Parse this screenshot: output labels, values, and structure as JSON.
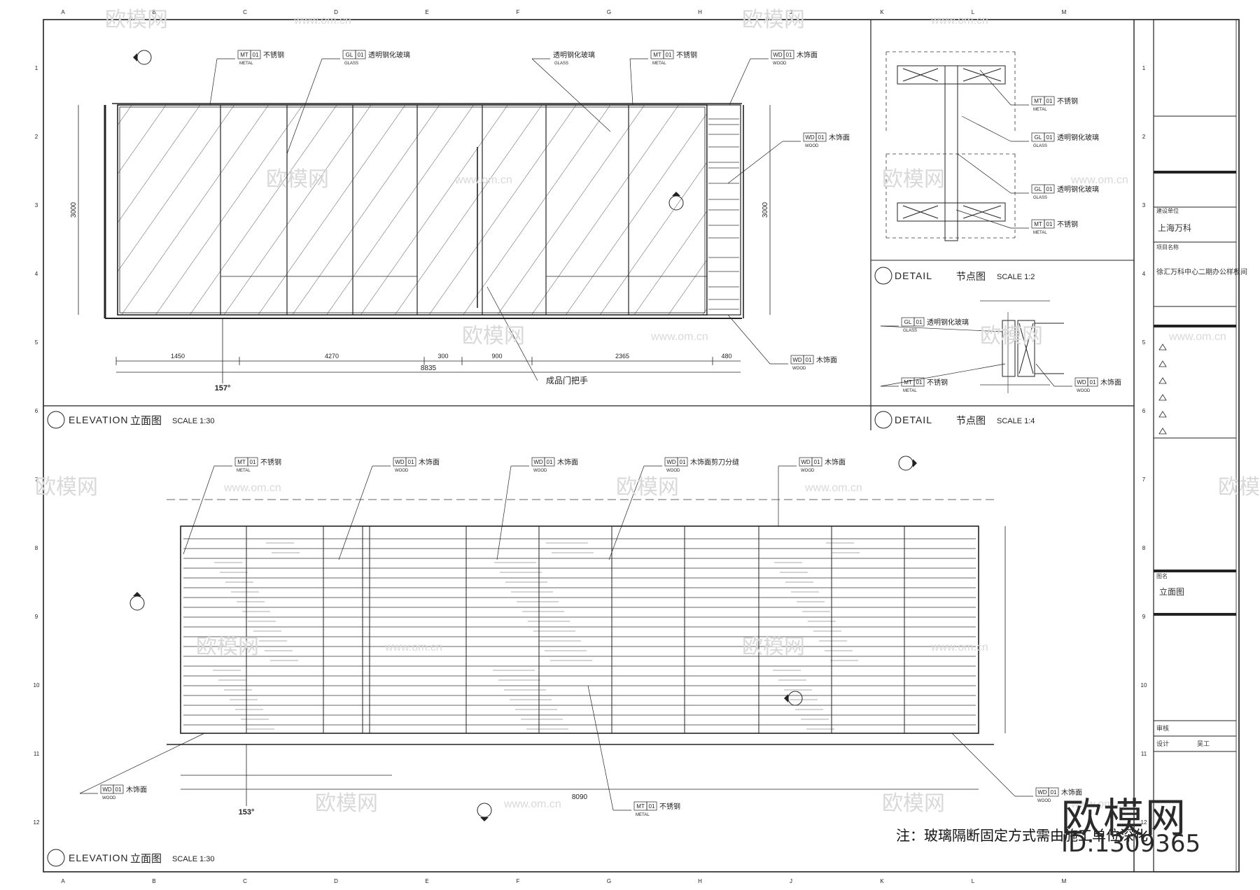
{
  "top_elevation": {
    "callouts": [
      {
        "code": "MT",
        "num": "01",
        "name": "不锈钢",
        "sub": "METAL"
      },
      {
        "code": "GL",
        "num": "01",
        "name": "透明钢化玻璃",
        "sub": "GLASS"
      },
      {
        "code": "",
        "num": "",
        "name": "透明钢化玻璃",
        "sub": "GLASS"
      },
      {
        "code": "MT",
        "num": "01",
        "name": "不锈钢",
        "sub": "METAL"
      },
      {
        "code": "WD",
        "num": "01",
        "name": "木饰面",
        "sub": "WOOD"
      },
      {
        "code": "WD",
        "num": "01",
        "name": "木饰面",
        "sub": "WOOD"
      },
      {
        "code": "WD",
        "num": "01",
        "name": "木饰面",
        "sub": "WOOD"
      }
    ],
    "handle_label": "成品门把手",
    "dims_bottom": [
      "1450",
      "4270",
      "300",
      "900",
      "2365",
      "480"
    ],
    "dim_total": "8835",
    "dim_left": "3000",
    "dim_right": "3000",
    "angle": "157°",
    "title": {
      "en": "ELEVATION",
      "cn": "立面图",
      "scale": "SCALE 1:30"
    }
  },
  "detail1": {
    "callouts": [
      {
        "code": "MT",
        "num": "01",
        "name": "不锈钢",
        "sub": "METAL"
      },
      {
        "code": "GL",
        "num": "01",
        "name": "透明钢化玻璃",
        "sub": "GLASS"
      },
      {
        "code": "GL",
        "num": "01",
        "name": "透明钢化玻璃",
        "sub": "GLASS"
      },
      {
        "code": "MT",
        "num": "01",
        "name": "不锈钢",
        "sub": "METAL"
      }
    ],
    "title": {
      "en": "DETAIL",
      "cn": "节点图",
      "scale": "SCALE 1:2"
    }
  },
  "detail2": {
    "callouts": [
      {
        "code": "GL",
        "num": "01",
        "name": "透明钢化玻璃",
        "sub": "GLASS"
      },
      {
        "code": "MT",
        "num": "01",
        "name": "不锈钢",
        "sub": "METAL"
      },
      {
        "code": "WD",
        "num": "01",
        "name": "木饰面",
        "sub": "WOOD"
      }
    ],
    "title": {
      "en": "DETAIL",
      "cn": "节点图",
      "scale": "SCALE 1:4"
    }
  },
  "bottom_elevation": {
    "callouts": [
      {
        "code": "MT",
        "num": "01",
        "name": "不锈钢",
        "sub": "METAL"
      },
      {
        "code": "WD",
        "num": "01",
        "name": "木饰面",
        "sub": "WOOD"
      },
      {
        "code": "WD",
        "num": "01",
        "name": "木饰面",
        "sub": "WOOD"
      },
      {
        "code": "WD",
        "num": "01",
        "name": "木饰面剪刀分缝",
        "sub": "WOOD"
      },
      {
        "code": "WD",
        "num": "01",
        "name": "木饰面",
        "sub": "WOOD"
      }
    ],
    "bottom_callouts": [
      {
        "code": "WD",
        "num": "01",
        "name": "木饰面",
        "sub": "WOOD"
      },
      {
        "code": "MT",
        "num": "01",
        "name": "不锈钢",
        "sub": "METAL"
      },
      {
        "code": "WD",
        "num": "01",
        "name": "木饰面",
        "sub": "WOOD"
      }
    ],
    "dim_total": "8090",
    "angle": "153°",
    "title": {
      "en": "ELEVATION",
      "cn": "立面图",
      "scale": "SCALE 1:30"
    }
  },
  "title_block": {
    "client_label": "建设单位",
    "client": "上海万科",
    "project_label": "项目名称",
    "project": "徐汇万科中心二期办公样板间",
    "drawing_title_label": "图名",
    "drawing_title": "立面图",
    "field_1": "审核",
    "field_2": "设计",
    "designer": "吴工"
  },
  "note": "注：玻璃隔断固定方式需由施工单位深化",
  "brand": {
    "name": "欧模网",
    "id": "ID:1309365"
  },
  "watermark": {
    "name": "欧模网",
    "url": "www.om.cn"
  },
  "grid_letters": [
    "A",
    "B",
    "C",
    "D",
    "E",
    "F",
    "G",
    "H",
    "J",
    "K",
    "L",
    "M"
  ],
  "grid_numbers": [
    "1",
    "2",
    "3",
    "4",
    "5",
    "6",
    "7",
    "8",
    "9",
    "10",
    "11",
    "12"
  ]
}
